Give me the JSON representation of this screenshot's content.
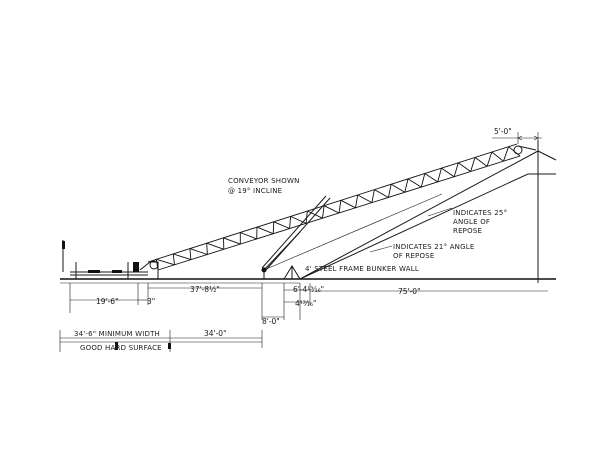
{
  "labels": {
    "conveyor_line1": "CONVEYOR SHOWN",
    "conveyor_line2": "@ 19° INCLINE",
    "repose25_line1": "INDICATES 25°",
    "repose25_line2": "ANGLE OF",
    "repose25_line3": "REPOSE",
    "repose21_line1": "INDICATES 21° ANGLE",
    "repose21_line2": "OF REPOSE",
    "bunker_wall": "4' STEEL FRAME BUNKER WALL",
    "min_width": "34'-6\" MINIMUM WIDTH",
    "hard_surface": "GOOD HARD SURFACE"
  },
  "dimensions": {
    "top_right": "5'-0\"",
    "d_19_6": "19'-6\"",
    "d_3": "3\"",
    "d_37_8": "37'-8½\"",
    "d_8_0": "8'-0\"",
    "d_6_4": "6'-4¹³⁄₁₆\"",
    "d_4": "4¹³⁄₁₆\"",
    "d_75_0": "75'-0\"",
    "d_34_0": "34'-0\""
  },
  "colors": {
    "ink": "#1a1a1a",
    "paper": "#ffffff"
  }
}
